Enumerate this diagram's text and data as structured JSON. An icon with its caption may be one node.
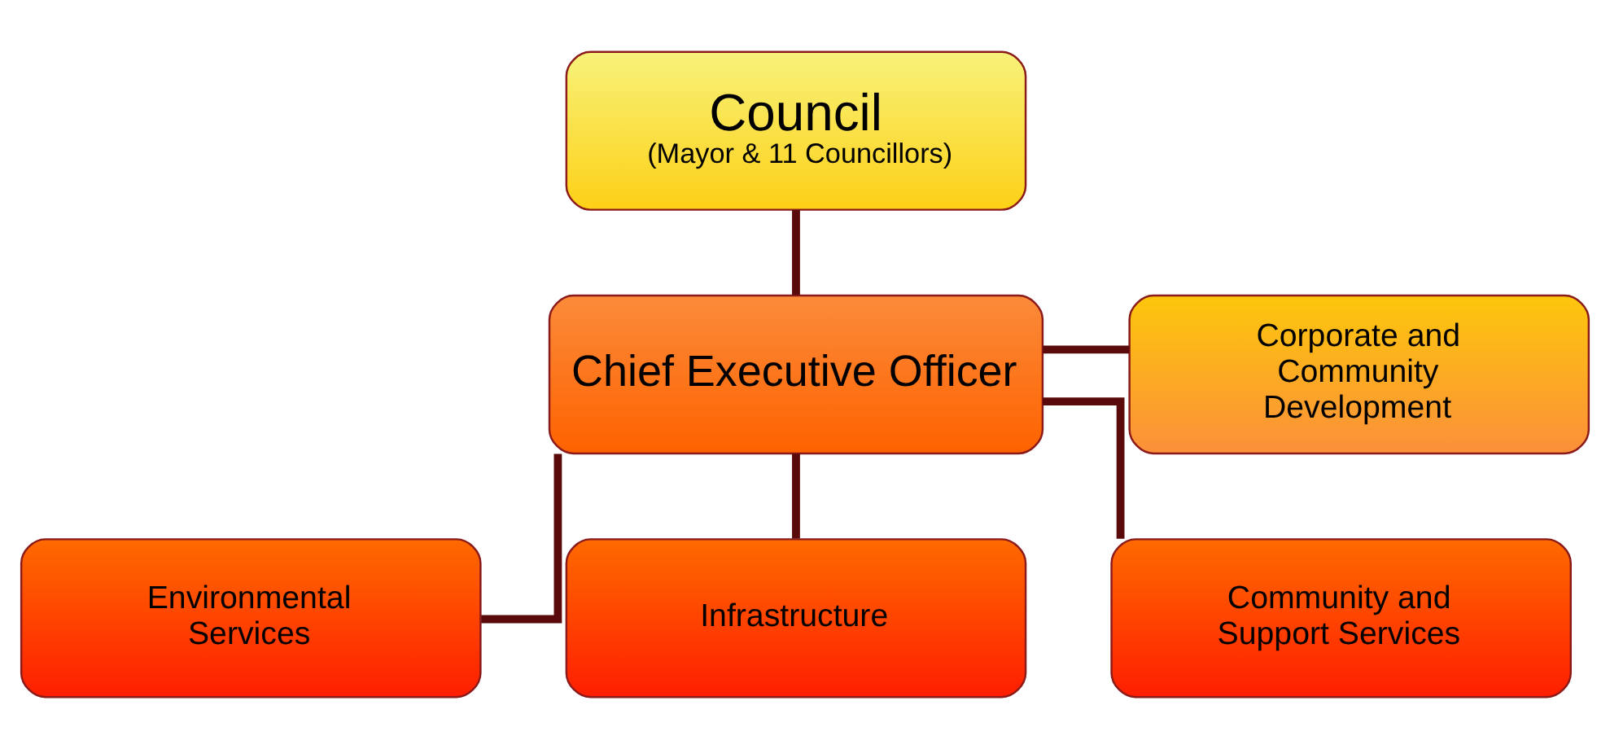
{
  "diagram": {
    "nodes": [
      {
        "text": [
          "Council",
          "(Mayor & 11 Councillors)"
        ]
      },
      {
        "text": [
          "Corporate and Community Development"
        ]
      },
      {
        "text": [
          "Chief Executive Officer"
        ]
      },
      {
        "text": [
          "Environmental Services"
        ]
      },
      {
        "text": [
          "Infrastructure"
        ]
      },
      {
        "text": [
          "Community and Support Services"
        ]
      }
    ],
    "edges": [
      {
        "from": 0,
        "to": 2,
        "arrow": "none"
      },
      {
        "from": 2,
        "to": 1,
        "arrow": "none"
      },
      {
        "from": 2,
        "to": 3,
        "arrow": "none"
      },
      {
        "from": 2,
        "to": 4,
        "arrow": "none"
      },
      {
        "from": 2,
        "to": 5,
        "arrow": "none"
      }
    ]
  }
}
